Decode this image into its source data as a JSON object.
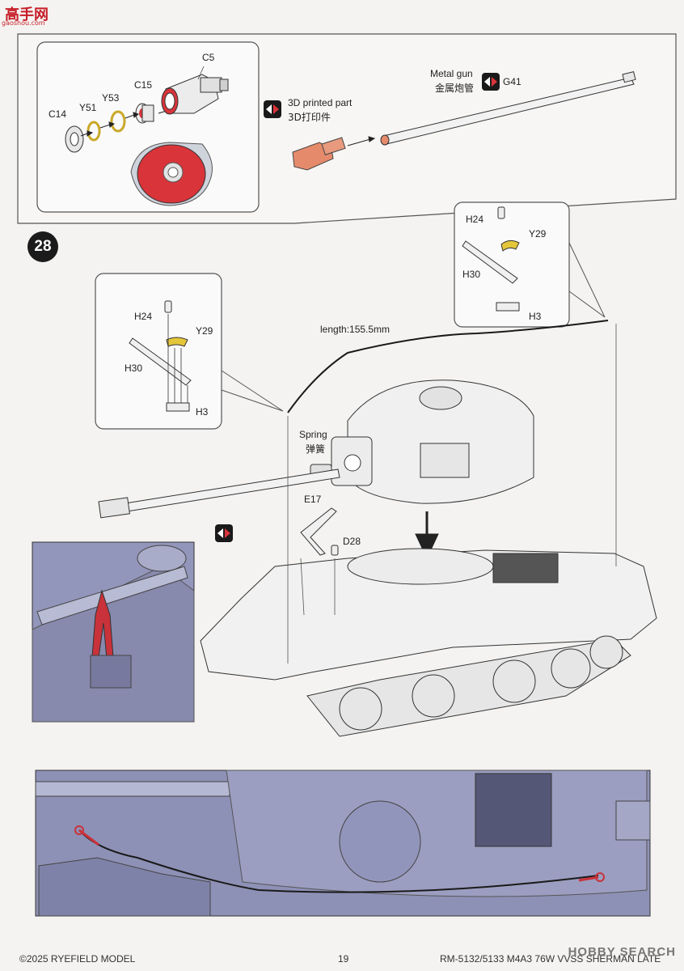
{
  "watermark": {
    "logo": "高手网",
    "url": "gaoshou.com"
  },
  "subassembly": {
    "parts": {
      "c5": "C5",
      "c15": "C15",
      "y53": "Y53",
      "y51": "Y51",
      "c14": "C14",
      "g41": "G41"
    },
    "metal_gun_en": "Metal gun",
    "metal_gun_cn": "金属炮管",
    "printed_en": "3D printed part",
    "printed_cn": "3D打印件"
  },
  "step": {
    "number": "28",
    "inset_left": {
      "h24": "H24",
      "y29": "Y29",
      "h30": "H30",
      "h3": "H3"
    },
    "inset_right": {
      "h24": "H24",
      "y29": "Y29",
      "h30": "H30",
      "h3": "H3"
    },
    "cable_length": "length:155.5mm",
    "spring_en": "Spring",
    "spring_cn": "弹簧",
    "e17": "E17",
    "d28": "D28"
  },
  "footer": {
    "copyright": "©2025 RYEFIELD MODEL",
    "page": "19",
    "model": "RM-5132/5133 M4A3 76W VVSS SHERMAN LATE",
    "source": "HOBBY SEARCH"
  },
  "colors": {
    "part_red": "#d9343a",
    "part_yellow": "#e4c63a",
    "printed_orange": "#e58b6c",
    "vehicle_grey": "#d8d8dc",
    "photo_blue": "#8c8fb6"
  }
}
